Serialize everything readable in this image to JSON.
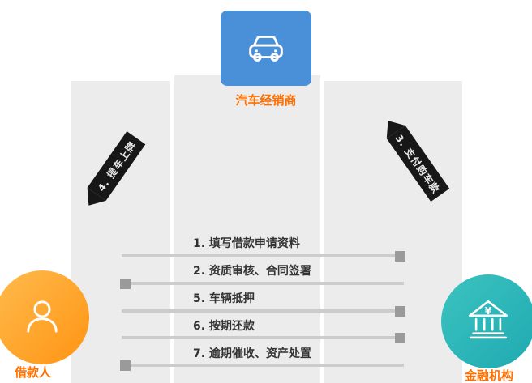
{
  "entities": {
    "dealer": {
      "label": "汽车经销商",
      "icon": "car-icon",
      "color": "#4a90d9"
    },
    "borrower": {
      "label": "借款人",
      "icon": "person-icon",
      "color": "#ffa126"
    },
    "institution": {
      "label": "金融机构",
      "icon": "bank-yen-icon",
      "color": "#2bb6b8"
    }
  },
  "diagonal_arrows": [
    {
      "label": "4. 提车上牌",
      "from": "dealer",
      "to": "borrower"
    },
    {
      "label": "3. 支付购车款",
      "from": "institution",
      "to": "dealer"
    }
  ],
  "steps": [
    {
      "label": "1. 填写借款申请资料",
      "direction": "right"
    },
    {
      "label": "2. 资质审核、合同签署",
      "direction": "left"
    },
    {
      "label": "5. 车辆抵押",
      "direction": "right"
    },
    {
      "label": "6. 按期还款",
      "direction": "right"
    },
    {
      "label": "7. 逾期催收、资产处置",
      "direction": "left"
    }
  ],
  "colors": {
    "label_orange": "#ff6f00",
    "arrow_black": "#171717",
    "line_gray": "#cccccc",
    "square_gray": "#9a9a9a",
    "band_gray": "#ececec"
  }
}
